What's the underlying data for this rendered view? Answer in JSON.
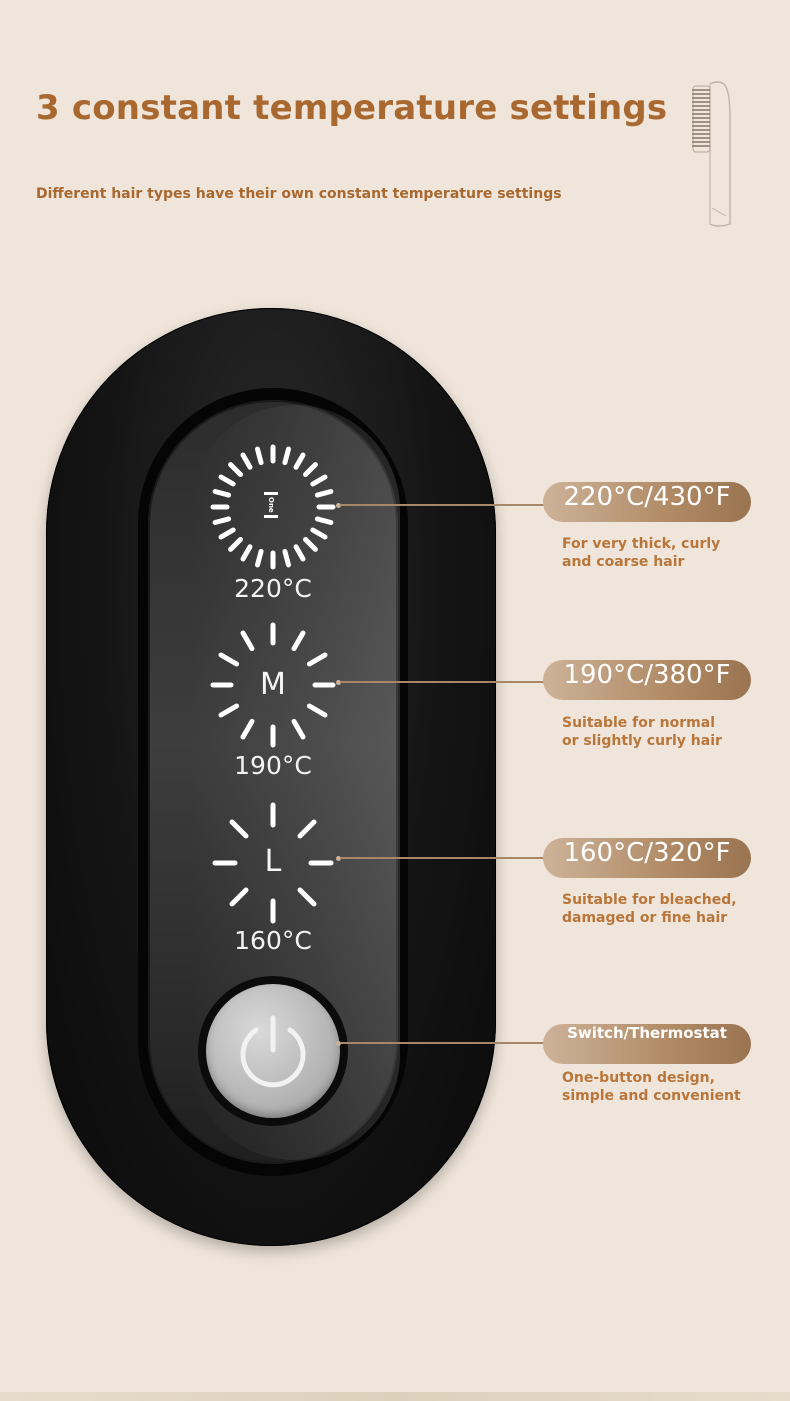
{
  "header": {
    "title": "3 constant temperature settings",
    "subtitle": "Different hair types have their own constant temperature settings"
  },
  "dials": [
    {
      "level": "H",
      "badge": "One",
      "temp": "220°C"
    },
    {
      "level": "M",
      "temp": "190°C"
    },
    {
      "level": "L",
      "temp": "160°C"
    }
  ],
  "callouts": [
    {
      "label": "220°C/430°F",
      "desc_line1": "For very thick, curly",
      "desc_line2": "and coarse hair"
    },
    {
      "label": "190°C/380°F",
      "desc_line1": "Suitable for normal",
      "desc_line2": "or slightly curly hair"
    },
    {
      "label": "160°C/320°F",
      "desc_line1": "Suitable for bleached,",
      "desc_line2": "damaged or fine hair"
    },
    {
      "label": "Switch/Thermostat",
      "desc_line1": "One-button design,",
      "desc_line2": "simple and convenient"
    }
  ],
  "colors": {
    "background": "#efe5da",
    "accent_text": "#a8682f",
    "pill": "#b18b66",
    "device": "#141414"
  },
  "icons": [
    "hair-brush-icon",
    "power-icon"
  ]
}
